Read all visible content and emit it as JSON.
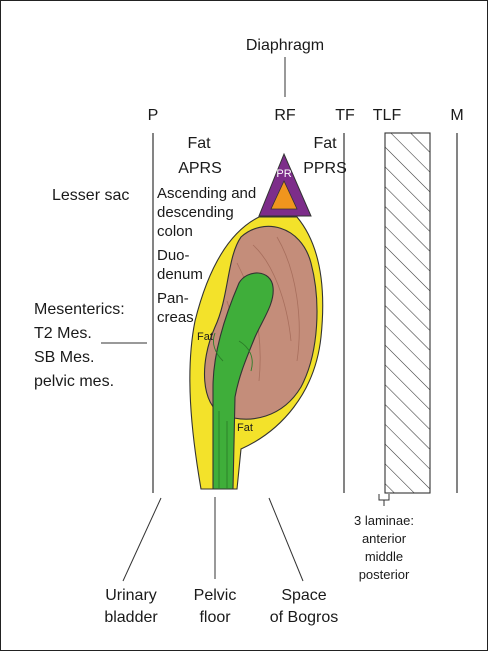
{
  "labels": {
    "diaphragm": "Diaphragm",
    "p": "P",
    "rf": "RF",
    "tf": "TF",
    "tlf": "TLF",
    "m": "M",
    "fat_left": "Fat",
    "aprs": "APRS",
    "fat_right": "Fat",
    "pprs": "PPRS",
    "pr": "PR",
    "lesser_sac": "Lesser sac",
    "colon": [
      "Ascending and",
      "descending",
      "colon"
    ],
    "duodenum": [
      "Duo-",
      "denum"
    ],
    "pancreas": [
      "Pan-",
      "creas"
    ],
    "mesenterics": [
      "Mesenterics:",
      "T2 Mes.",
      "SB Mes.",
      "pelvic mes."
    ],
    "fat_inner": "Fat",
    "fat_lower": "Fat",
    "laminae": [
      "3 laminae:",
      "anterior",
      "middle",
      "posterior"
    ],
    "urinary_bladder": [
      "Urinary",
      "bladder"
    ],
    "pelvic_floor": [
      "Pelvic",
      "floor"
    ],
    "space_bogros": [
      "Space",
      "of Bogros"
    ]
  },
  "colors": {
    "fat_yellow": "#f3e22a",
    "kidney_brown": "#c48d7a",
    "colon_green": "#3fae3a",
    "pr_purple": "#7d2d8a",
    "pr_orange": "#f0951e",
    "line": "#333333"
  }
}
